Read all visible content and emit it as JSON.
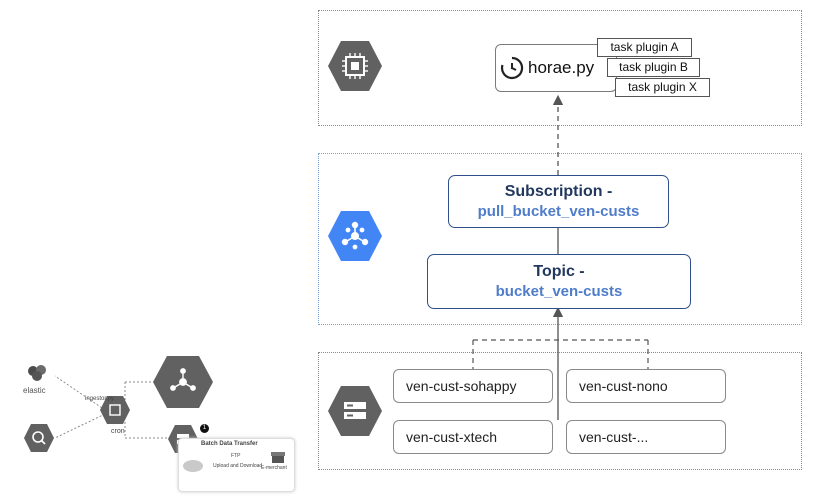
{
  "horae": {
    "label": "horae.py"
  },
  "task_plugins": [
    "task plugin A",
    "task plugin B",
    "task plugin X"
  ],
  "subscription": {
    "line1": "Subscription -",
    "line2": "pull_bucket_ven-custs"
  },
  "topic": {
    "line1": "Topic -",
    "line2": "bucket_ven-custs"
  },
  "buckets": [
    "ven-cust-sohappy",
    "ven-cust-nono",
    "ven-cust-xtech",
    "ven-cust-..."
  ],
  "thumbnail": {
    "elastic": "elastic",
    "cron": "cron",
    "ingest": "ingestor.py",
    "batch_title": "Batch Data Transfer",
    "upload_download": "Upload and Download",
    "ftp": "FTP",
    "ecommerce": "E-merchant",
    "badge": "1"
  },
  "colors": {
    "hex_gray": "#616161",
    "hex_blue": "#4285f4",
    "topic_border": "#2f4f8a",
    "topic_title": "#23385e",
    "topic_name": "#4f7dc9"
  },
  "icons": {
    "compute": "chip-icon",
    "pubsub": "pubsub-icon",
    "storage": "storage-icon",
    "clock": "clock-icon",
    "elastic": "elastic-icon",
    "analytics": "magnifier-icon",
    "shop": "storefront-icon",
    "cloud": "cloud-icon"
  }
}
